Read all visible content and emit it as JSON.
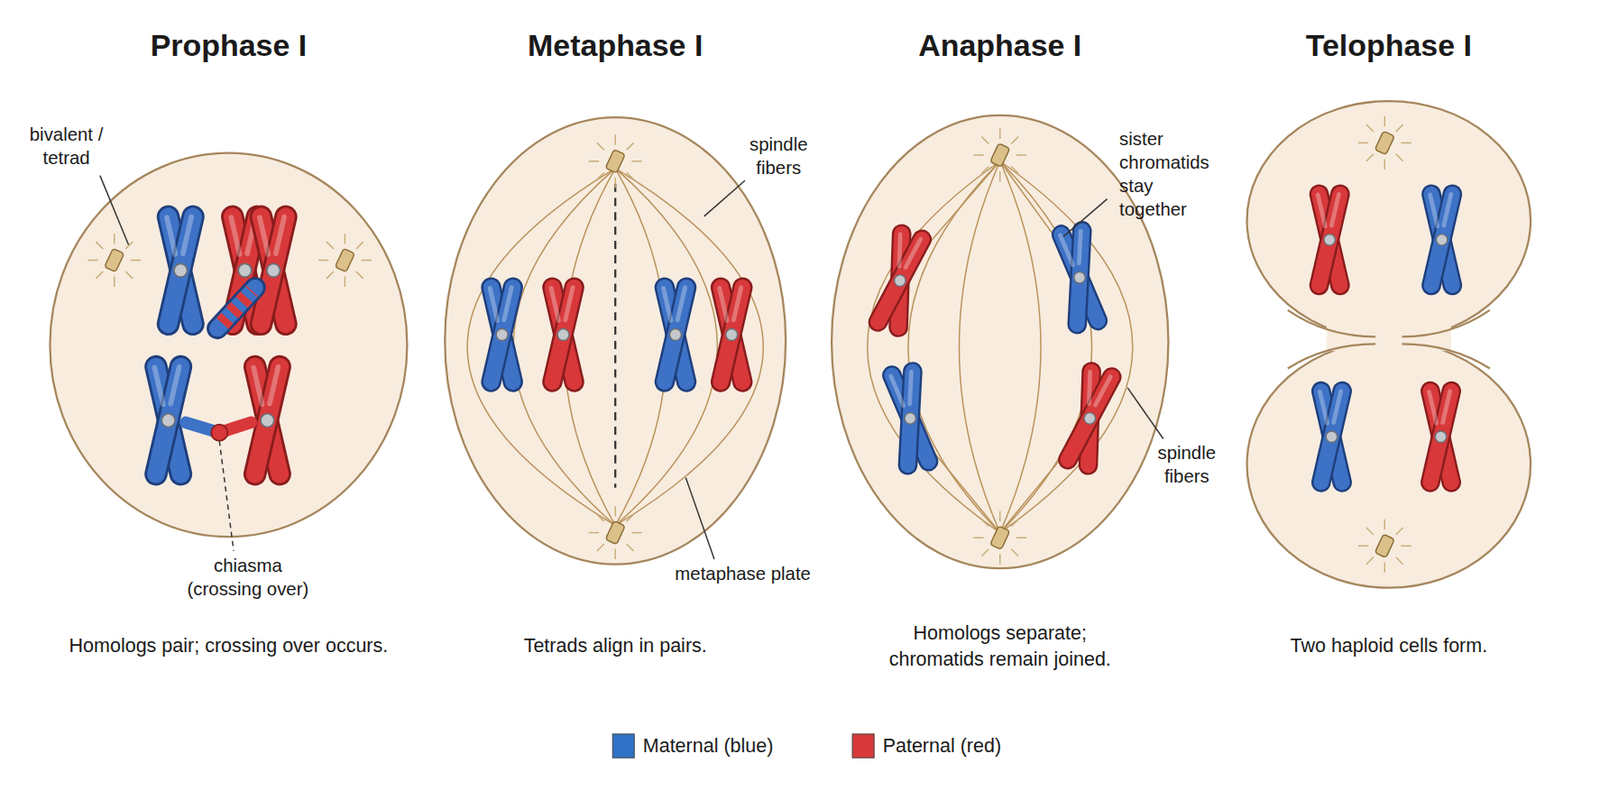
{
  "diagram": {
    "nodes": [
      {
        "text": [
          "Prophase I",
          "Homologs pair; crossing over occurs."
        ]
      },
      {
        "text": [
          "Metaphase I",
          "Tetrads align in pairs."
        ]
      },
      {
        "text": [
          "Anaphase I",
          "Homologs separate; chromatids remain joined."
        ]
      },
      {
        "text": [
          "Telophase I",
          "Two haploid cells form."
        ]
      }
    ],
    "labels": [
      "bivalent / tetrad",
      "chiasma (crossing over)",
      "spindle fibers",
      "metaphase plate",
      "sister chromatids stay together",
      "spindle fibers"
    ],
    "legend": [
      {
        "text": "Maternal (blue)",
        "color": "#2f72c8"
      },
      {
        "text": "Paternal (red)",
        "color": "#d9383a"
      }
    ]
  }
}
